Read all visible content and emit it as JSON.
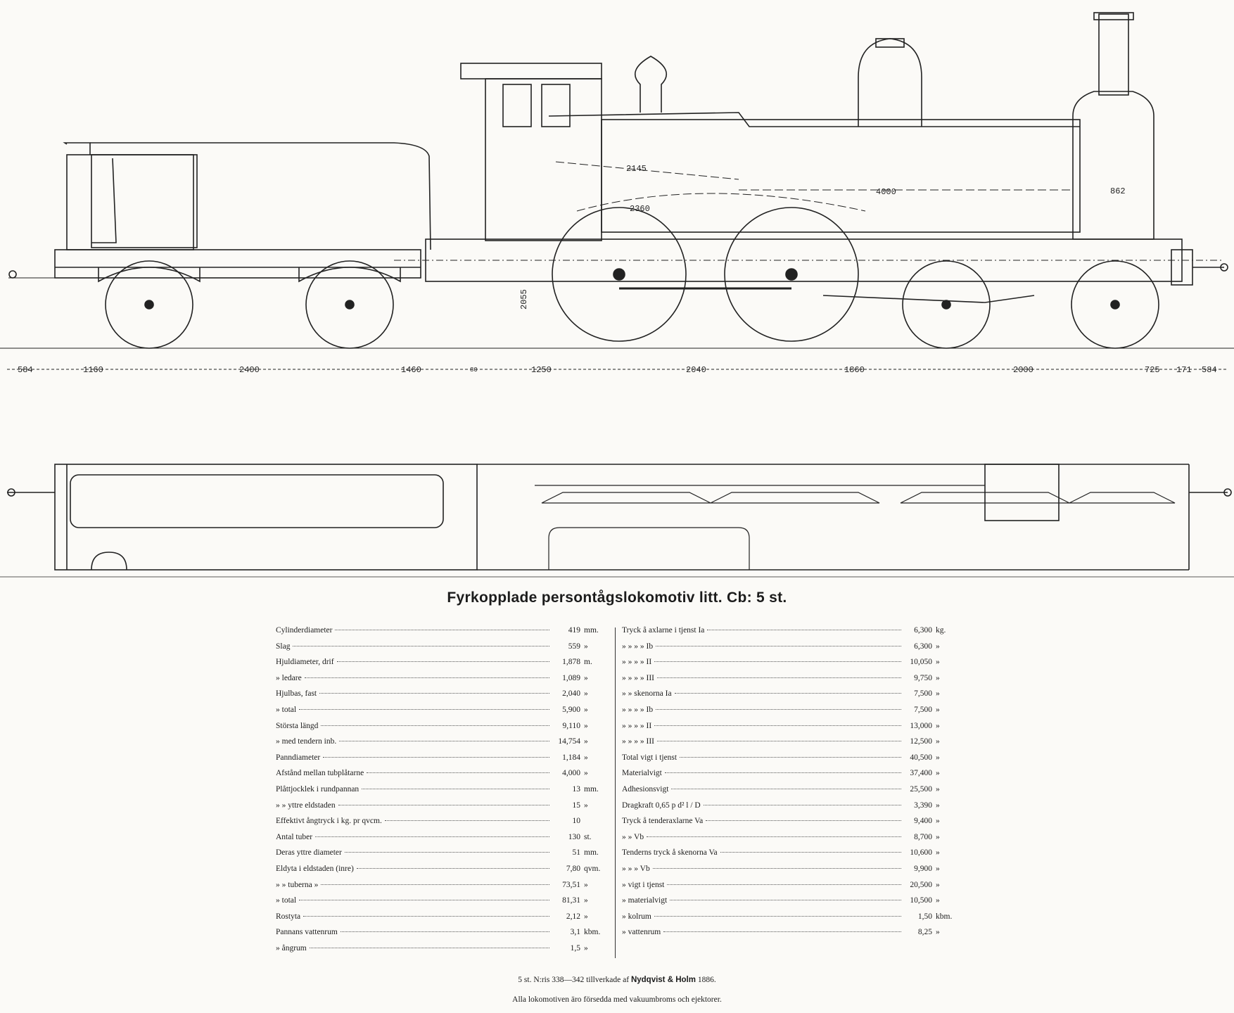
{
  "drawing": {
    "side_dimensions": [
      "584",
      "1160",
      "2400",
      "1460",
      "1250",
      "2040",
      "1860",
      "2000",
      "725",
      "171",
      "584"
    ],
    "labels": {
      "a": "2145",
      "b": "2360",
      "c": "4000",
      "d": "862",
      "e": "2055",
      "f": "80"
    }
  },
  "title": "Fyrkopplade persontågslokomotiv litt. Cb: 5 st.",
  "specs_left": [
    {
      "label": "Cylinderdiameter",
      "value": "419",
      "unit": "mm."
    },
    {
      "label": "Slag",
      "value": "559",
      "unit": "»"
    },
    {
      "label": "Hjuldiameter, drif",
      "value": "1,878",
      "unit": "m."
    },
    {
      "label": "» ledare",
      "value": "1,089",
      "unit": "»"
    },
    {
      "label": "Hjulbas, fast",
      "value": "2,040",
      "unit": "»"
    },
    {
      "label": "» total",
      "value": "5,900",
      "unit": "»"
    },
    {
      "label": "Största längd",
      "value": "9,110",
      "unit": "»"
    },
    {
      "label": "» med tendern inb.",
      "value": "14,754",
      "unit": "»"
    },
    {
      "label": "Panndiameter",
      "value": "1,184",
      "unit": "»"
    },
    {
      "label": "Afstånd mellan tubplåtarne",
      "value": "4,000",
      "unit": "»"
    },
    {
      "label": "Plåttjocklek i rundpannan",
      "value": "13",
      "unit": "mm."
    },
    {
      "label": "» » yttre eldstaden",
      "value": "15",
      "unit": "»"
    },
    {
      "label": "Effektivt ångtryck i kg. pr qvcm.",
      "value": "10",
      "unit": ""
    },
    {
      "label": "Antal tuber",
      "value": "130",
      "unit": "st."
    },
    {
      "label": "Deras yttre diameter",
      "value": "51",
      "unit": "mm."
    },
    {
      "label": "Eldyta i eldstaden (inre)",
      "value": "7,80",
      "unit": "qvm."
    },
    {
      "label": "» » tuberna »",
      "value": "73,51",
      "unit": "»"
    },
    {
      "label": "» total",
      "value": "81,31",
      "unit": "»"
    },
    {
      "label": "Rostyta",
      "value": "2,12",
      "unit": "»"
    },
    {
      "label": "Pannans vattenrum",
      "value": "3,1",
      "unit": "kbm."
    },
    {
      "label": "» ångrum",
      "value": "1,5",
      "unit": "»"
    }
  ],
  "specs_right": [
    {
      "label": "Tryck å axlarne i tjenst Ia",
      "value": "6,300",
      "unit": "kg."
    },
    {
      "label": "» » » » Ib",
      "value": "6,300",
      "unit": "»"
    },
    {
      "label": "» » » » II",
      "value": "10,050",
      "unit": "»"
    },
    {
      "label": "» » » » III",
      "value": "9,750",
      "unit": "»"
    },
    {
      "label": "» » skenorna Ia",
      "value": "7,500",
      "unit": "»"
    },
    {
      "label": "» » » » Ib",
      "value": "7,500",
      "unit": "»"
    },
    {
      "label": "» » » » II",
      "value": "13,000",
      "unit": "»"
    },
    {
      "label": "» » » » III",
      "value": "12,500",
      "unit": "»"
    },
    {
      "label": "Total vigt i tjenst",
      "value": "40,500",
      "unit": "»"
    },
    {
      "label": "Materialvigt",
      "value": "37,400",
      "unit": "»"
    },
    {
      "label": "Adhesionsvigt",
      "value": "25,500",
      "unit": "»"
    },
    {
      "label": "Dragkraft 0,65 p d² l / D",
      "value": "3,390",
      "unit": "»"
    },
    {
      "label": "Tryck å tenderaxlarne Va",
      "value": "9,400",
      "unit": "»"
    },
    {
      "label": "» » Vb",
      "value": "8,700",
      "unit": "»"
    },
    {
      "label": "Tenderns tryck å skenorna Va",
      "value": "10,600",
      "unit": "»"
    },
    {
      "label": "» » » Vb",
      "value": "9,900",
      "unit": "»"
    },
    {
      "label": "» vigt i tjenst",
      "value": "20,500",
      "unit": "»"
    },
    {
      "label": "» materialvigt",
      "value": "10,500",
      "unit": "»"
    },
    {
      "label": "» kolrum",
      "value": "1,50",
      "unit": "kbm."
    },
    {
      "label": "» vattenrum",
      "value": "8,25",
      "unit": "»"
    }
  ],
  "footer": {
    "line1_prefix": "5 st. N:ris 338—342 tillverkade af",
    "line1_maker": "Nydqvist & Holm",
    "line1_year": "1886.",
    "line2": "Alla lokomotiven äro försedda med vakuumbroms och ejektorer."
  }
}
